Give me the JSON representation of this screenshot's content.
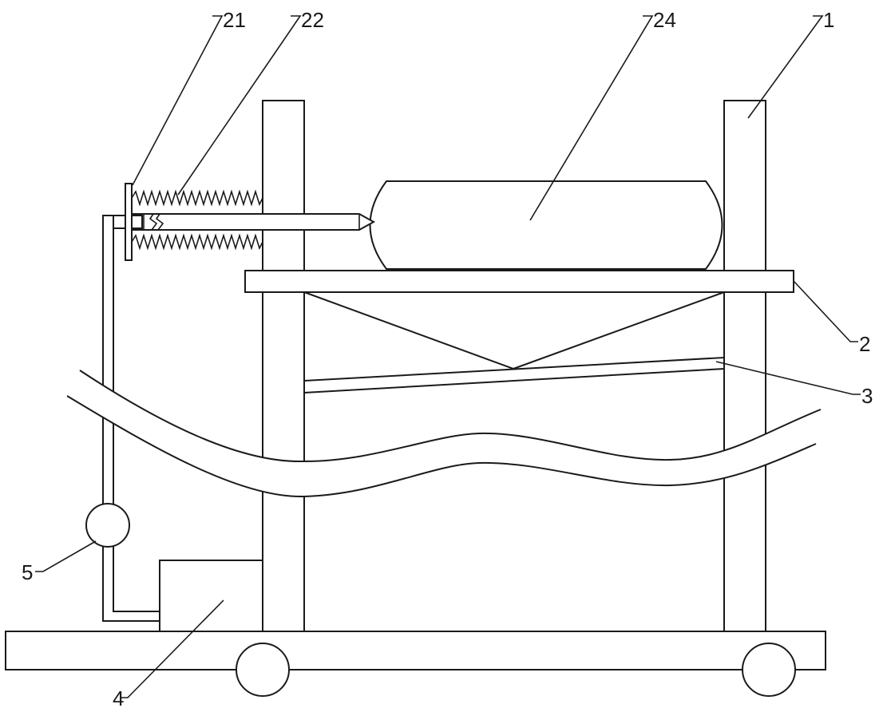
{
  "labels": {
    "l21": "21",
    "l22": "22",
    "l24": "24",
    "l1": "1",
    "l2": "2",
    "l3": "3",
    "l5": "5",
    "l4": "4"
  }
}
